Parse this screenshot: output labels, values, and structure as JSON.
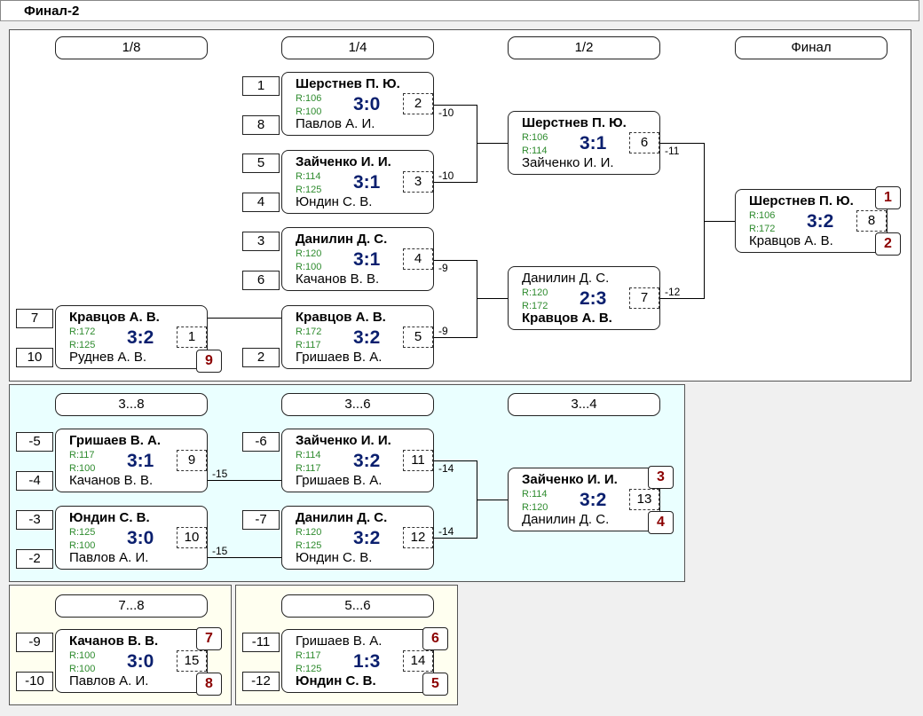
{
  "window": {
    "title": "Финал-2"
  },
  "headers": {
    "r16": "1/8",
    "qf": "1/4",
    "sf": "1/2",
    "final": "Финал",
    "p3_8": "3...8",
    "p3_6": "3...6",
    "p3_4": "3...4",
    "p7_8": "7...8",
    "p5_6": "5...6"
  },
  "seeds": {
    "s1": "1",
    "s8": "8",
    "s5": "5",
    "s4": "4",
    "s3": "3",
    "s6": "6",
    "s2": "2",
    "s7": "7",
    "s10": "10",
    "m5": "-5",
    "m4": "-4",
    "m3": "-3",
    "m2": "-2",
    "m6": "-6",
    "m7": "-7",
    "m9": "-9",
    "m10": "-10",
    "m11": "-11",
    "m12": "-12"
  },
  "matches": {
    "m1": {
      "p1": "Шерстнев П. Ю.",
      "p2": "Павлов А. И.",
      "r1": "R:106",
      "r2": "R:100",
      "score": "3:0",
      "num": "2"
    },
    "m2": {
      "p1": "Зайченко И. И.",
      "p2": "Юндин С. В.",
      "r1": "R:114",
      "r2": "R:125",
      "score": "3:1",
      "num": "3"
    },
    "m3": {
      "p1": "Данилин Д. С.",
      "p2": "Качанов В. В.",
      "r1": "R:120",
      "r2": "R:100",
      "score": "3:1",
      "num": "4"
    },
    "m4": {
      "p1": "Кравцов А. В.",
      "p2": "Гришаев В. А.",
      "r1": "R:172",
      "r2": "R:117",
      "score": "3:2",
      "num": "5"
    },
    "m5": {
      "p1": "Кравцов А. В.",
      "p2": "Руднев А. В.",
      "r1": "R:172",
      "r2": "R:125",
      "score": "3:2",
      "num": "1",
      "place2": "9"
    },
    "m6": {
      "p1": "Шерстнев П. Ю.",
      "p2": "Зайченко И. И.",
      "r1": "R:106",
      "r2": "R:114",
      "score": "3:1",
      "num": "6"
    },
    "m7": {
      "p1": "Данилин Д. С.",
      "p2": "Кравцов А. В.",
      "r1": "R:120",
      "r2": "R:172",
      "score": "2:3",
      "num": "7"
    },
    "m8": {
      "p1": "Шерстнев П. Ю.",
      "p2": "Кравцов А. В.",
      "r1": "R:106",
      "r2": "R:172",
      "score": "3:2",
      "num": "8",
      "place1": "1",
      "place2": "2"
    },
    "m9": {
      "p1": "Гришаев В. А.",
      "p2": "Качанов В. В.",
      "r1": "R:117",
      "r2": "R:100",
      "score": "3:1",
      "num": "9"
    },
    "m10": {
      "p1": "Юндин С. В.",
      "p2": "Павлов А. И.",
      "r1": "R:125",
      "r2": "R:100",
      "score": "3:0",
      "num": "10"
    },
    "m11": {
      "p1": "Зайченко И. И.",
      "p2": "Гришаев В. А.",
      "r1": "R:114",
      "r2": "R:117",
      "score": "3:2",
      "num": "11"
    },
    "m12": {
      "p1": "Данилин Д. С.",
      "p2": "Юндин С. В.",
      "r1": "R:120",
      "r2": "R:125",
      "score": "3:2",
      "num": "12"
    },
    "m13": {
      "p1": "Зайченко И. И.",
      "p2": "Данилин Д. С.",
      "r1": "R:114",
      "r2": "R:120",
      "score": "3:2",
      "num": "13",
      "place1": "3",
      "place2": "4"
    },
    "m15": {
      "p1": "Качанов В. В.",
      "p2": "Павлов А. И.",
      "r1": "R:100",
      "r2": "R:100",
      "score": "3:0",
      "num": "15",
      "place1": "7",
      "place2": "8"
    },
    "m14": {
      "p1": "Гришаев В. А.",
      "p2": "Юндин С. В.",
      "r1": "R:117",
      "r2": "R:125",
      "score": "1:3",
      "num": "14",
      "place1": "6",
      "place2": "5"
    }
  },
  "losers": {
    "l10a": "-10",
    "l10b": "-10",
    "l9a": "-9",
    "l9b": "-9",
    "l11": "-11",
    "l12": "-12",
    "l15a": "-15",
    "l15b": "-15",
    "l14a": "-14",
    "l14b": "-14"
  },
  "colors": {
    "score": "#0a1f6e",
    "rating": "#2e8b2e",
    "place": "#8b0000",
    "consolation": "#eaffff",
    "lower": "#fffff0"
  }
}
